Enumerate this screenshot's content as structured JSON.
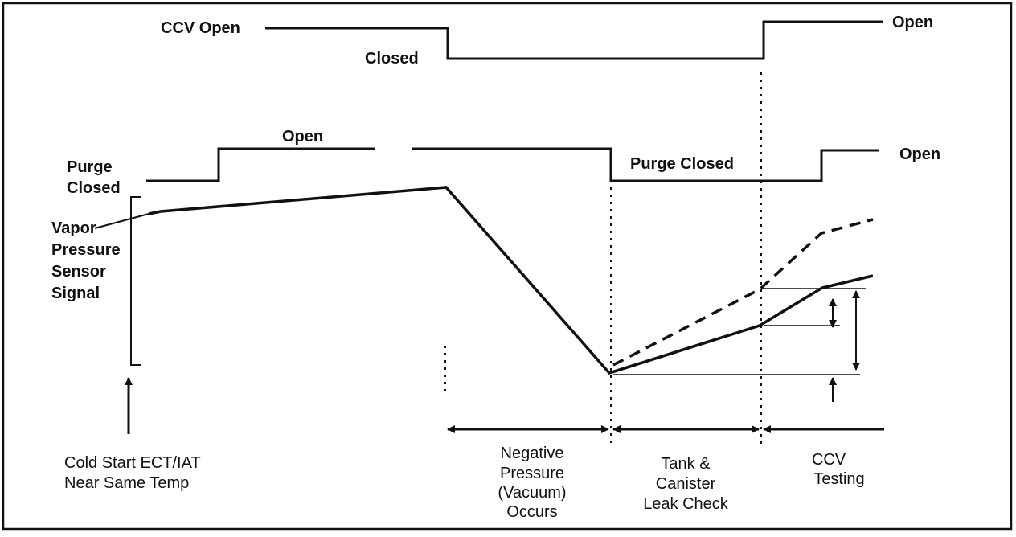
{
  "labels": {
    "ccv_open": "CCV Open",
    "ccv_closed": "Closed",
    "ccv_open_right": "Open",
    "purge_open": "Open",
    "purge_closed_left": [
      "Purge",
      "Closed"
    ],
    "purge_closed_mid": "Purge Closed",
    "purge_open_right": "Open",
    "vapor_signal": [
      "Vapor",
      "Pressure",
      "Sensor",
      "Signal"
    ],
    "cold_start": [
      "Cold Start ECT/IAT",
      "Near Same Temp"
    ],
    "phase_vacuum": [
      "Negative",
      "Pressure",
      "(Vacuum)",
      "Occurs"
    ],
    "phase_leak": [
      "Tank &",
      "Canister",
      "Leak Check"
    ],
    "phase_ccv": [
      "CCV",
      "Testing"
    ]
  },
  "colors": {
    "ink": "#111111",
    "background": "#ffffff"
  }
}
